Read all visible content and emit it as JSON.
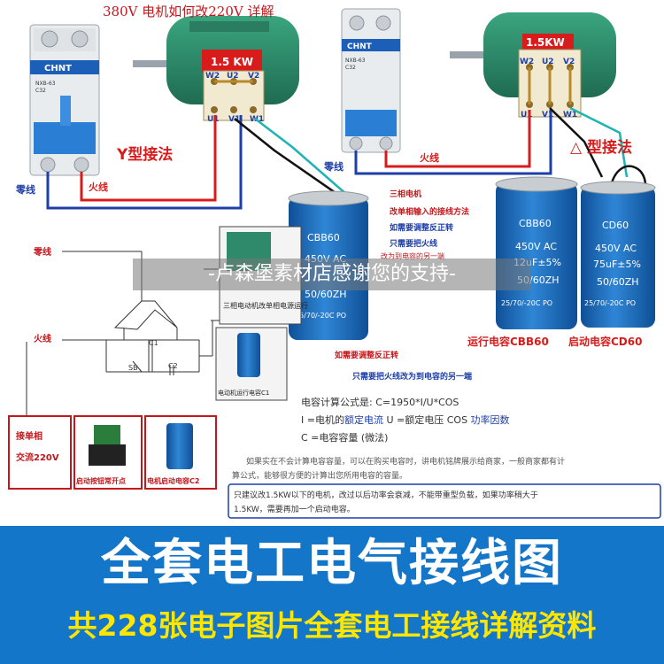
{
  "header": {
    "title": "380V 电机如何改220V 详解"
  },
  "breaker": {
    "brand": "CHNT",
    "model": "NXB-63",
    "rating": "C32"
  },
  "motor": {
    "power": "1.5 KW",
    "power_right": "1.5KW",
    "terminals_top": [
      "W2",
      "U2",
      "V2"
    ],
    "terminals_bottom": [
      "U1",
      "V1",
      "W1"
    ]
  },
  "left_diagram": {
    "method": "Y型接法",
    "neutral": "零线",
    "live": "火线"
  },
  "right_diagram": {
    "method": "△ 型接法",
    "neutral": "零线",
    "live": "火线"
  },
  "capacitor_center": {
    "model": "CBB60",
    "voltage": "450V AC",
    "freq": "50/60ZH",
    "spec": "25/70/-20C PO"
  },
  "capacitor_run": {
    "model": "CBB60",
    "voltage": "450V AC",
    "capacity": "12uF±5%",
    "freq": "50/60ZH",
    "spec": "25/70/-20C PO",
    "caption": "运行电容CBB60"
  },
  "capacitor_start": {
    "model": "CD60",
    "voltage": "450V AC",
    "capacity": "75uF±5%",
    "freq": "50/60ZH",
    "spec": "25/70/-20C PO",
    "caption": "启动电容CD60"
  },
  "notes": {
    "line1": "三相电机",
    "line2": "改单相输入的接线方法",
    "line3": "如需要调整反正转",
    "line4": "只需要把火线",
    "line5": "改为到电容的另一端",
    "reverse1": "如需要调整反正转",
    "reverse2": "只需要把火线改为到电容的另一端"
  },
  "schematic": {
    "neutral": "零线",
    "live": "火线",
    "c1": "C1",
    "c2": "C2",
    "sb": "SB",
    "box_caption": "三相电动机改单相电源运行",
    "run_cap_caption": "电动机运行电容C1",
    "source_caption1": "接单相",
    "source_caption2": "交流220V",
    "button_caption": "启动按钮常开点",
    "start_cap_caption": "电机启动电容C2"
  },
  "formula": {
    "title": "电容计算公式是: C=1950*I/U*COS",
    "line2_a": "I =电机的",
    "line2_b": "额定电流",
    "line2_c": " U =额定电压 COS ",
    "line2_d": "功率因数",
    "line3": "C =电容容量 (微法)",
    "advice1": "如果实在不会计算电容容量，可以在购买电容时，讲电机铭牌展示给商家，一般商家都有计",
    "advice2": "算公式，能够很方便的计算出您所用电容的容量。",
    "warn1": "只建议改1.5KW以下的电机，改过以后功率会衰减，不能带重型负载，如果功率稍大于",
    "warn2": "1.5KW，需要再加一个启动电容。"
  },
  "watermark": "-卢森堡素材店感谢您的支持-",
  "banner": {
    "title": "全套电工电气接线图",
    "subtitle": "共228张电子图片全套电工接线详解资料"
  },
  "colors": {
    "banner_bg": "#1476c8",
    "banner_sub": "#ffe600",
    "red_wire": "#d81c1c",
    "blue_wire": "#1e3fa8",
    "motor_green": "#2e8a6a",
    "capacitor_blue": "#1a64b4"
  }
}
